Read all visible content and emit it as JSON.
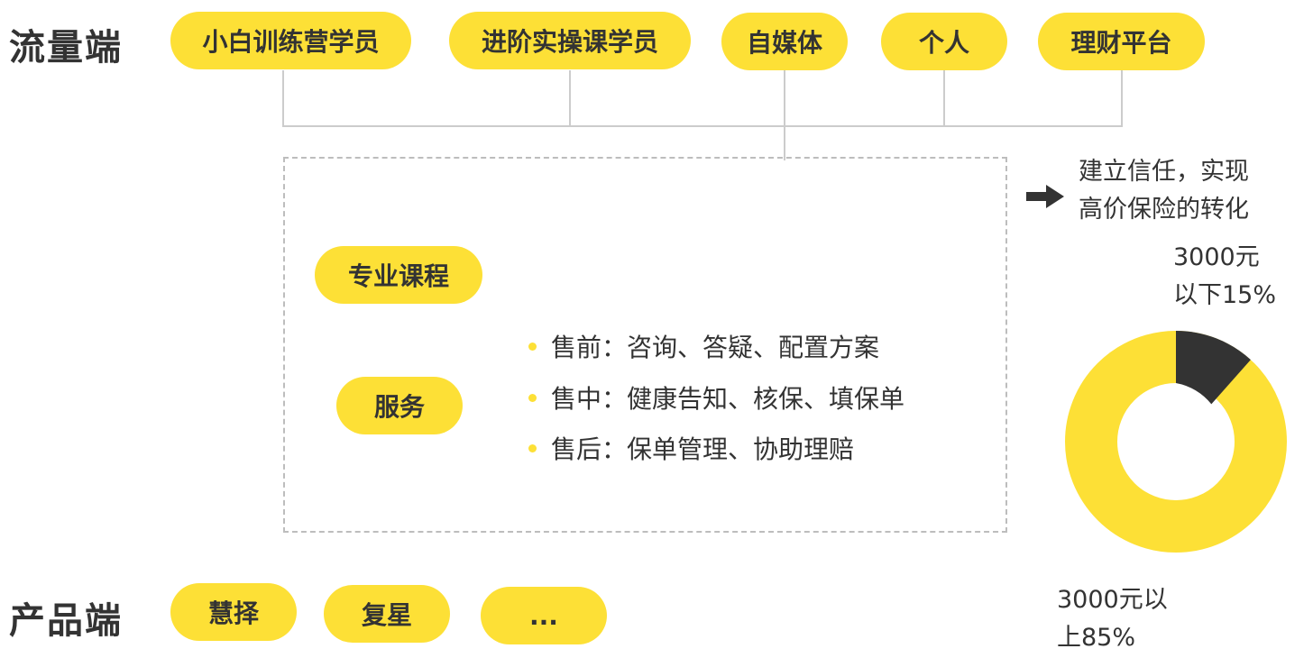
{
  "traffic": {
    "title": "流量端",
    "sources": [
      {
        "label": "小白训练营学员"
      },
      {
        "label": "进阶实操课学员"
      },
      {
        "label": "自媒体"
      },
      {
        "label": "个人"
      },
      {
        "label": "理财平台"
      }
    ]
  },
  "core": {
    "course_label": "专业课程",
    "service_label": "服务",
    "service_items": [
      {
        "label": "售前：咨询、答疑、配置方案"
      },
      {
        "label": "售中：健康告知、核保、填保单"
      },
      {
        "label": "售后：保单管理、协助理赔"
      }
    ]
  },
  "outcome": {
    "arrow_icon": "right-arrow-icon",
    "line1": "建立信任，实现",
    "line2": "高价保险的转化"
  },
  "products": {
    "title": "产品端",
    "items": [
      {
        "label": "慧择"
      },
      {
        "label": "复星"
      },
      {
        "label": "..."
      }
    ]
  },
  "donut": {
    "label_small_line1": "3000元",
    "label_small_line2": "以下15%",
    "label_large_line1": "3000元以",
    "label_large_line2": "上85%"
  },
  "colors": {
    "accent": "#FDE036",
    "dark": "#333333",
    "connector": "#cccccc"
  },
  "chart_data": {
    "type": "pie",
    "title": "",
    "categories": [
      "3000元以下",
      "3000元以上"
    ],
    "values": [
      15,
      85
    ],
    "colors": [
      "#333333",
      "#FDE036"
    ],
    "donut": true,
    "labels": [
      "3000元以下15%",
      "3000元以上85%"
    ]
  }
}
